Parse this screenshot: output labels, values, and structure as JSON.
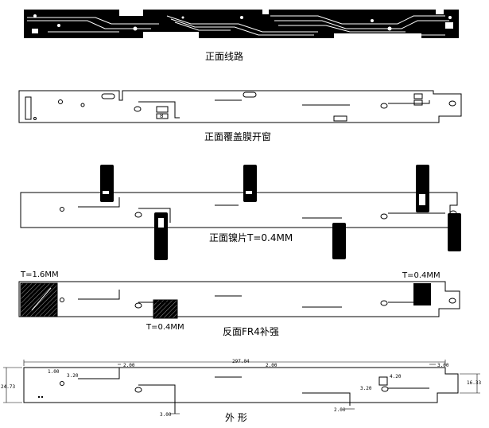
{
  "panels": [
    {
      "id": "front-traces",
      "caption": "正面线路"
    },
    {
      "id": "front-coverlay-window",
      "caption": "正面覆盖膜开窗"
    },
    {
      "id": "front-nickel-plate",
      "caption": "正面镍片T=0.4MM"
    },
    {
      "id": "back-fr4-stiffener",
      "caption": "反面FR4补强",
      "notes": {
        "left_thickness": "T=1.6MM",
        "right_thickness": "T=0.4MM",
        "bottom_thickness": "T=0.4MM"
      }
    },
    {
      "id": "outline",
      "caption": "外    形"
    }
  ],
  "pad_labels": {
    "front_window_small": "8"
  },
  "dimensions": {
    "overall_length": "297.04",
    "left_height": "24.73",
    "right_height": "16.33",
    "hole_1": "1.00",
    "hole_2": "3.20",
    "slot_2": "2.00",
    "slot_top_mid": "2.00",
    "slot_top_right": "3.00",
    "gap_bottom_left": "3.00",
    "gap_bottom_mid": "2.00",
    "right_hole_1": "4.20",
    "right_hole_2": "3.20"
  },
  "colors": {
    "line": "#000000",
    "fill": "#000000",
    "paper": "#ffffff"
  }
}
